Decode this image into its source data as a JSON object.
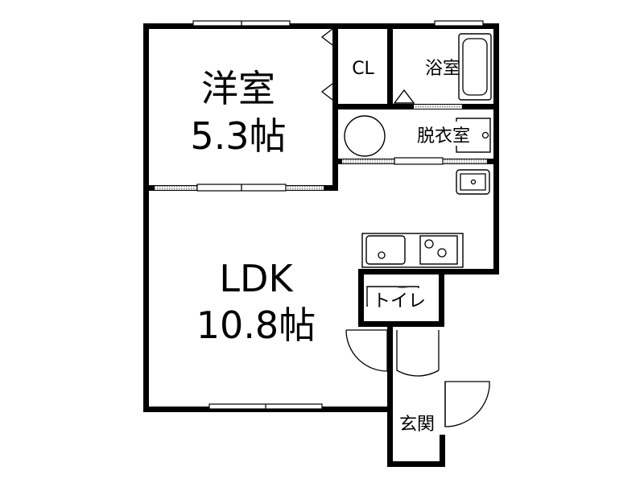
{
  "plan": {
    "rooms": {
      "western_room": {
        "name": "洋室",
        "size": "5.3帖"
      },
      "closet": {
        "name": "CL"
      },
      "bathroom": {
        "name": "浴室"
      },
      "dressing_room": {
        "name": "脱衣室"
      },
      "ldk": {
        "name": "LDK",
        "size": "10.8帖"
      },
      "toilet": {
        "name": "トイレ"
      },
      "entrance": {
        "name": "玄関"
      }
    },
    "colors": {
      "wall": "#000000",
      "background": "#ffffff",
      "hatch": "#777777"
    }
  }
}
